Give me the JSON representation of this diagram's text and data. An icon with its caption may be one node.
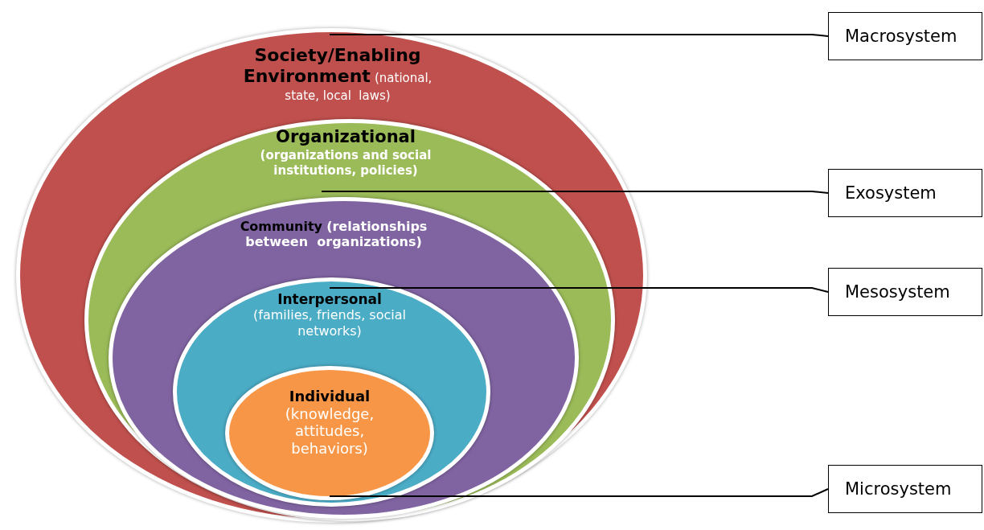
{
  "diagram": {
    "nodes": [
      {
        "text": [
          "Society/Enabling Environment",
          "(national, state, local  laws)"
        ]
      },
      {
        "text": [
          "Organizational",
          "(organizations and social institutions, policies)"
        ],
        "in": 0
      },
      {
        "text": [
          "Community",
          "(relationships between  organizations)"
        ],
        "in": 1
      },
      {
        "text": [
          "Interpersonal",
          "(families, friends, social networks)"
        ],
        "in": 2
      },
      {
        "text": [
          "Individual",
          "(knowledge, attitudes, behaviors)"
        ],
        "in": 3
      },
      {
        "text": [
          "Macrosystem"
        ]
      },
      {
        "text": [
          "Exosystem"
        ]
      },
      {
        "text": [
          "Mesosystem"
        ]
      },
      {
        "text": [
          "Microsystem"
        ]
      }
    ],
    "edges": [
      {
        "from": 5,
        "to": 0,
        "arrow": "none"
      },
      {
        "from": 6,
        "to": 1,
        "arrow": "none"
      },
      {
        "from": 7,
        "to": 3,
        "arrow": "none"
      },
      {
        "from": 8,
        "to": 4,
        "arrow": "none"
      }
    ]
  }
}
